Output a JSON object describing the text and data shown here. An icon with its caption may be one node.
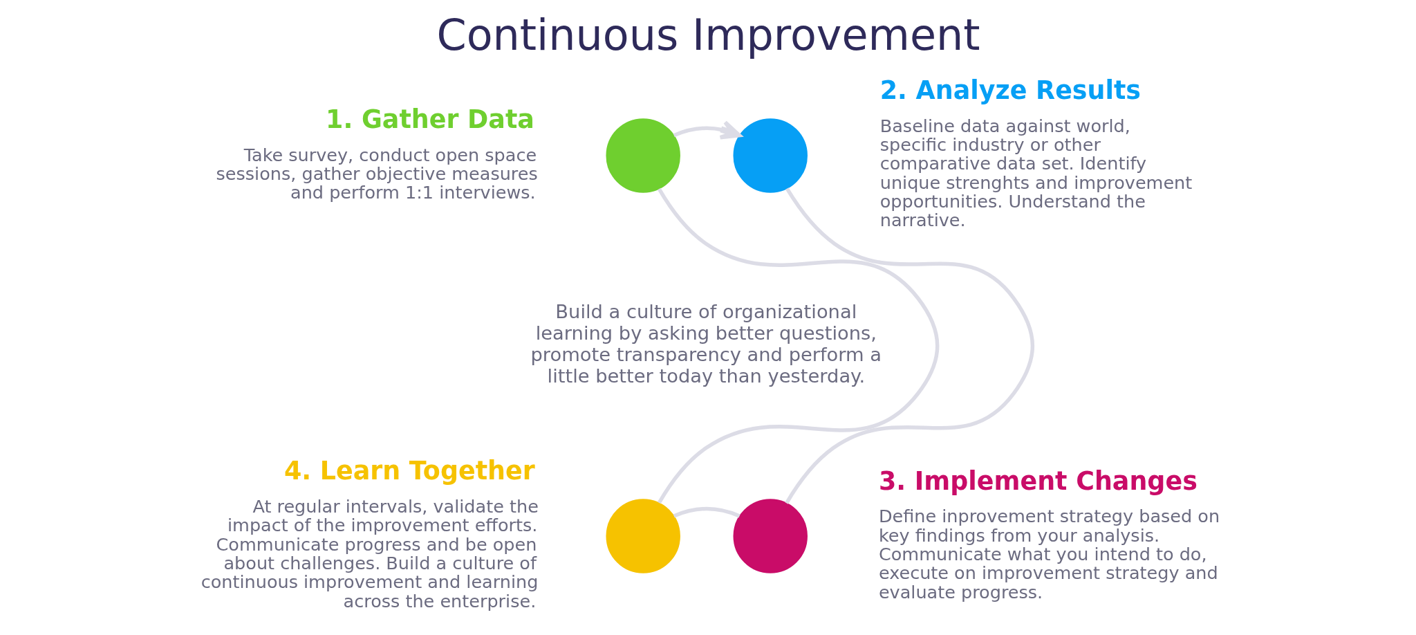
{
  "diagram": {
    "title": "Continuous Improvement",
    "nodes": [
      {
        "text": [],
        "shape": "circle",
        "beside": [
          "1. Gather Data",
          "Take survey, conduct open space sessions, gather objective measures and perform 1:1 interviews."
        ]
      },
      {
        "text": [],
        "shape": "circle",
        "beside": [
          "2. Analyze Results",
          "Baseline data against world, specific industry or other comparative data set. Identify unique strenghts and improvement opportunities. Understand the narrative."
        ]
      },
      {
        "text": [],
        "shape": "circle",
        "beside": [
          "4. Learn Together",
          "At regular intervals, validate the impact of the improvement efforts. Communicate progress and be open about challenges. Build a culture of continuous improvement and learning across the enterprise."
        ]
      },
      {
        "text": [],
        "shape": "circle",
        "beside": [
          "3. Implement Changes",
          "Define inprovement strategy based on key findings from your analysis. Communicate what you intend to do, execute on improvement strategy and evaluate progress."
        ]
      }
    ],
    "edges": [
      {
        "from": 0,
        "to": 1,
        "arrow": "to"
      },
      {
        "from": 1,
        "to": 3,
        "arrow": "none"
      },
      {
        "from": 3,
        "to": 2,
        "arrow": "none"
      },
      {
        "from": 2,
        "to": 0,
        "arrow": "none"
      }
    ],
    "labels": [
      "Build a culture of organizational learning by asking better questions, promote transparency and perform a little better today than yesterday."
    ]
  }
}
